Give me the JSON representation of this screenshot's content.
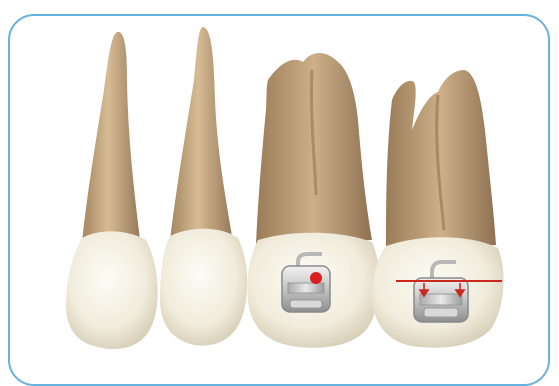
{
  "image": {
    "subject": "teeth-with-orthodontic-brackets",
    "tooth_count": 4,
    "bracket_count": 2,
    "colors": {
      "frame_border": "#67b3df",
      "root_light": "#d1b48b",
      "root_dark": "#9a7c58",
      "crown_light": "#fbfaf2",
      "crown_shadow": "#d8cfb8",
      "bracket_metal": "#c9c9c9",
      "marker_red": "#d81e1e",
      "line_red": "#c8281e"
    },
    "icons": [
      "position-dot-marker",
      "horizontal-reference-line",
      "down-arrow-marker"
    ]
  }
}
